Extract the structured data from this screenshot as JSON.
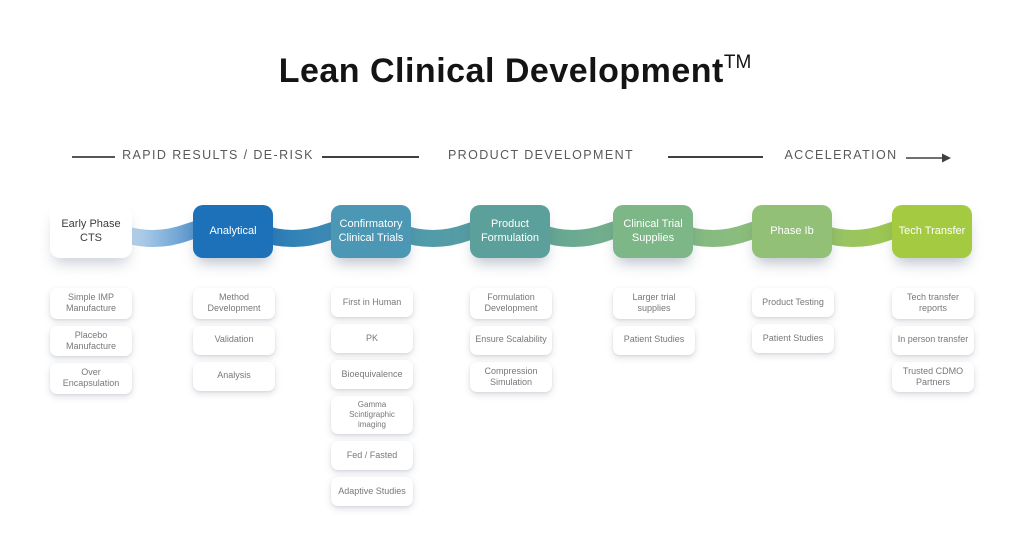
{
  "title": {
    "text": "Lean Clinical Development",
    "trademark": "TM"
  },
  "phase_headers": [
    {
      "label": "RAPID RESULTS / DE-RISK"
    },
    {
      "label": "PRODUCT DEVELOPMENT"
    },
    {
      "label": "ACCELERATION"
    }
  ],
  "ribbon": {
    "gradient_colors": [
      "#cfe2f4",
      "#1d71b8",
      "#4b97b4",
      "#5ba09a",
      "#7db687",
      "#92c077",
      "#a3ca40"
    ]
  },
  "stages": [
    {
      "label": "Early Phase CTS",
      "color": "#ffffff",
      "items": [
        "Simple IMP Manufacture",
        "Placebo Manufacture",
        "Over Encapsulation"
      ]
    },
    {
      "label": "Analytical",
      "color": "#1d71b8",
      "items": [
        "Method Development",
        "Validation",
        "Analysis"
      ]
    },
    {
      "label": "Confirmatory Clinical Trials",
      "color": "#4b97b4",
      "items": [
        "First in Human",
        "PK",
        "Bioequivalence",
        "Gamma Scintigraphic imaging",
        "Fed / Fasted",
        "Adaptive Studies"
      ]
    },
    {
      "label": "Product Formulation",
      "color": "#5ba09a",
      "items": [
        "Formulation Development",
        "Ensure Scalability",
        "Compression Simulation"
      ]
    },
    {
      "label": "Clinical Trial Supplies",
      "color": "#7db687",
      "items": [
        "Larger trial supplies",
        "Patient Studies"
      ]
    },
    {
      "label": "Phase Ib",
      "color": "#92c077",
      "items": [
        "Product Testing",
        "Patient Studies"
      ]
    },
    {
      "label": "Tech Transfer",
      "color": "#a3ca40",
      "items": [
        "Tech transfer reports",
        "In person transfer",
        "Trusted CDMO Partners"
      ]
    }
  ]
}
